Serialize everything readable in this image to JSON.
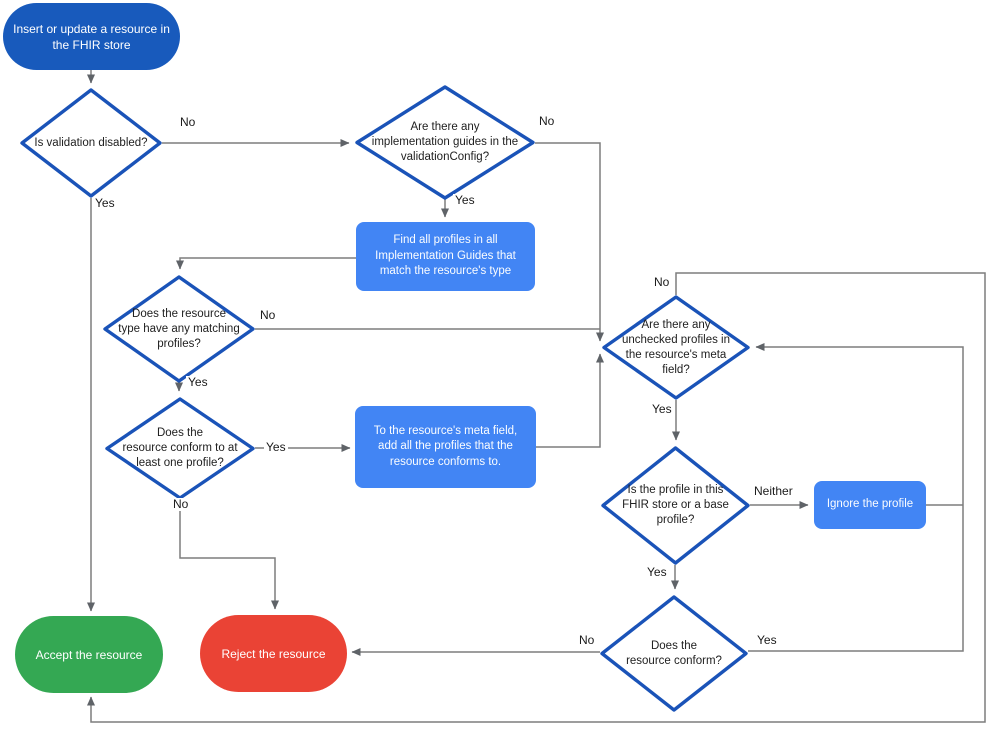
{
  "diagram": {
    "nodes": {
      "start": {
        "label": "Insert or update a resource in\nthe FHIR store",
        "kind": "terminal"
      },
      "is_validation_disabled": {
        "label": "Is validation disabled?",
        "kind": "decision"
      },
      "any_implementation_guides": {
        "label": "Are there any\nimplementation guides in the\nvalidationConfig?",
        "kind": "decision"
      },
      "find_all_profiles": {
        "label": "Find all profiles in all\nImplementation Guides that\nmatch the resource's type",
        "kind": "process"
      },
      "any_matching_profiles": {
        "label": "Does the resource\ntype have any matching\nprofiles?",
        "kind": "decision"
      },
      "conforms_to_one_profile": {
        "label": "Does the\nresource conform to at\nleast one profile?",
        "kind": "decision"
      },
      "add_profiles_to_meta": {
        "label": "To the resource's meta field,\nadd all the profiles that the\nresource conforms to.",
        "kind": "process"
      },
      "any_unchecked_profiles": {
        "label": "Are there any\nunchecked profiles in\nthe resource's meta\nfield?",
        "kind": "decision"
      },
      "profile_in_store_or_base": {
        "label": "Is the profile in this\nFHIR store or a base\nprofile?",
        "kind": "decision"
      },
      "ignore_profile": {
        "label": "Ignore the profile",
        "kind": "process"
      },
      "does_resource_conform": {
        "label": "Does the\nresource conform?",
        "kind": "decision"
      },
      "accept": {
        "label": "Accept the resource",
        "kind": "terminal"
      },
      "reject": {
        "label": "Reject the resource",
        "kind": "terminal"
      }
    },
    "edge_labels": {
      "validation_disabled_no": "No",
      "validation_disabled_yes": "Yes",
      "implementation_guides_no": "No",
      "implementation_guides_yes": "Yes",
      "matching_profiles_no": "No",
      "matching_profiles_yes": "Yes",
      "conforms_one_yes": "Yes",
      "conforms_one_no": "No",
      "unchecked_profiles_no": "No",
      "unchecked_profiles_yes": "Yes",
      "profile_source_neither": "Neither",
      "profile_source_yes": "Yes",
      "resource_conform_yes": "Yes",
      "resource_conform_no": "No"
    },
    "colors": {
      "terminal_blue": "#185ABC",
      "process_blue": "#4285F4",
      "accept_green": "#34A853",
      "reject_red": "#EA4335",
      "decision_border": "#1A53B8",
      "connector_gray": "#7D7D7D",
      "label_text": "#1A1A1A",
      "node_text_light": "#FFFFFF",
      "decision_text": "#212121"
    }
  }
}
